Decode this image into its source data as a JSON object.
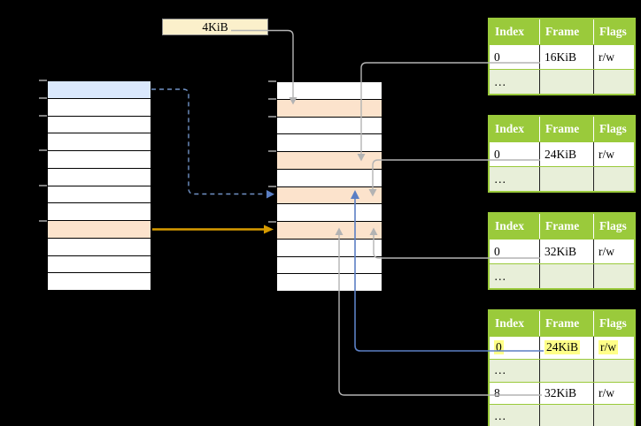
{
  "page_size_badge": {
    "label": "4KiB"
  },
  "left_table": {
    "row_count": 12,
    "blue_row_index": 0,
    "orange_row_index": 8
  },
  "middle_table": {
    "row_count": 12,
    "orange_row_indices": [
      1,
      4,
      6,
      8
    ]
  },
  "frame_tables": [
    {
      "headers": [
        "Index",
        "Frame",
        "Flags"
      ],
      "rows": [
        [
          "0",
          "16KiB",
          "r/w"
        ],
        [
          "…",
          "",
          ""
        ]
      ]
    },
    {
      "headers": [
        "Index",
        "Frame",
        "Flags"
      ],
      "rows": [
        [
          "0",
          "24KiB",
          "r/w"
        ],
        [
          "…",
          "",
          ""
        ]
      ]
    },
    {
      "headers": [
        "Index",
        "Frame",
        "Flags"
      ],
      "rows": [
        [
          "0",
          "32KiB",
          "r/w"
        ],
        [
          "…",
          "",
          ""
        ]
      ]
    },
    {
      "headers": [
        "Index",
        "Frame",
        "Flags"
      ],
      "highlighted_row_index": 0,
      "rows": [
        [
          "0",
          "24KiB",
          "r/w"
        ],
        [
          "…",
          "",
          ""
        ],
        [
          "8",
          "32KiB",
          "r/w"
        ],
        [
          "…",
          "",
          ""
        ]
      ]
    }
  ],
  "colors": {
    "background": "#000000",
    "blue_row": "#dae8fc",
    "orange_row": "#fce3cc",
    "table_header_green": "#9aca3b",
    "table_alt_green": "#e8efd9",
    "badge_fill": "#fbf0cb",
    "highlight_yellow": "#ffff88",
    "connector_gray": "#b3b3b3",
    "connector_blue": "#5b7fc4",
    "connector_gold": "#d79b00"
  }
}
